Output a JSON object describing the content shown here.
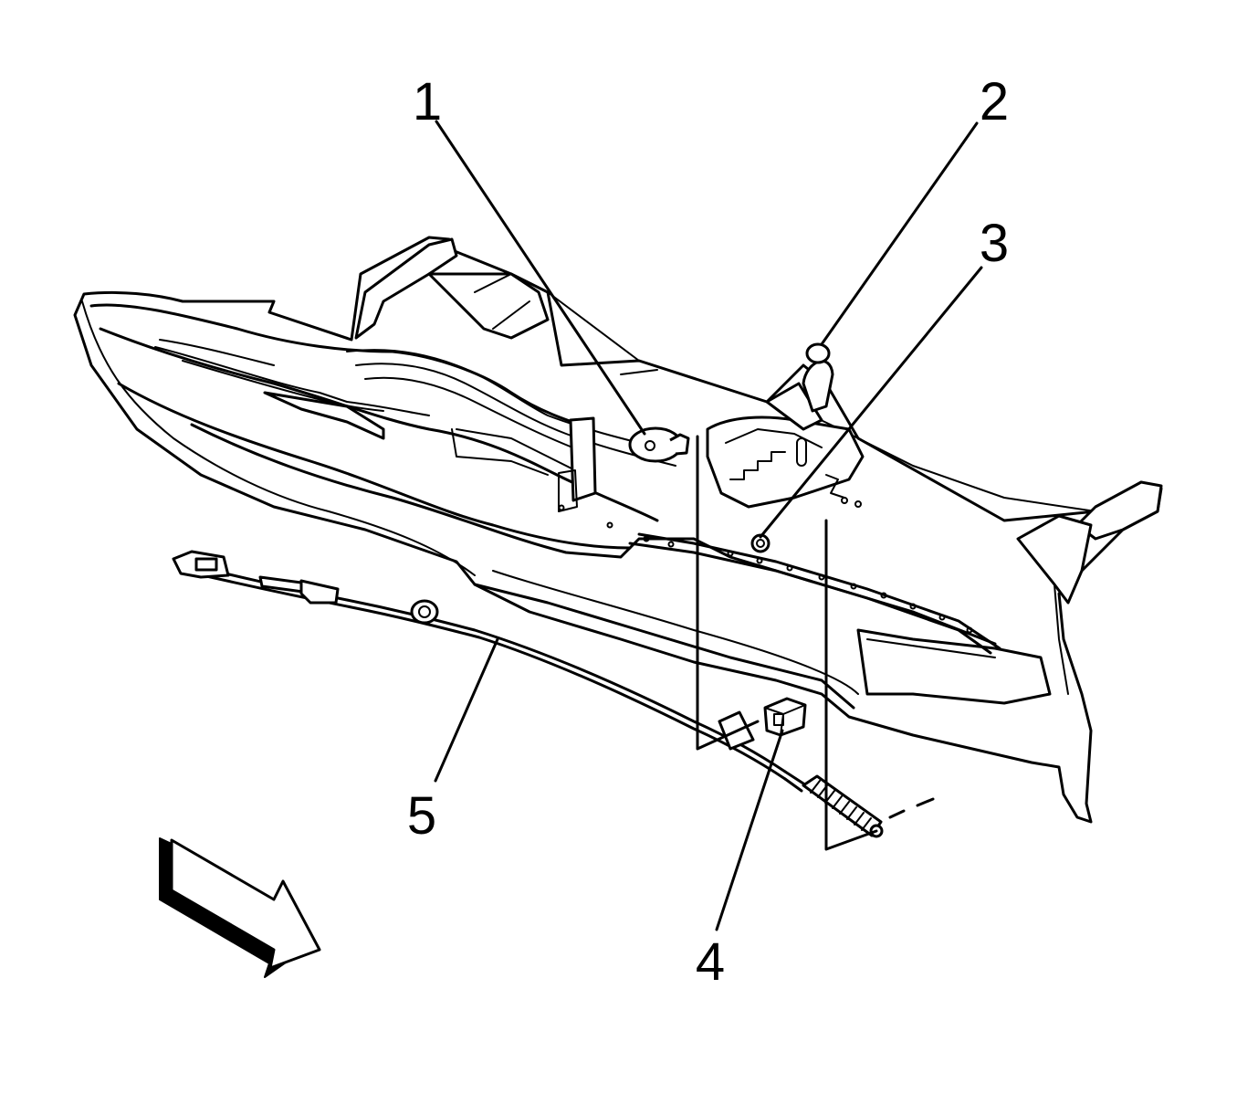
{
  "callouts": [
    {
      "id": "1",
      "label": "1"
    },
    {
      "id": "2",
      "label": "2"
    },
    {
      "id": "3",
      "label": "3"
    },
    {
      "id": "4",
      "label": "4"
    },
    {
      "id": "5",
      "label": "5"
    }
  ],
  "parts": {
    "panel": "instrument-panel-carrier",
    "cable": "release-cable",
    "clip": "cable-retainer-clip",
    "direction_arrow": "front-of-vehicle-arrow"
  },
  "colors": {
    "line": "#000000",
    "background": "#ffffff"
  }
}
